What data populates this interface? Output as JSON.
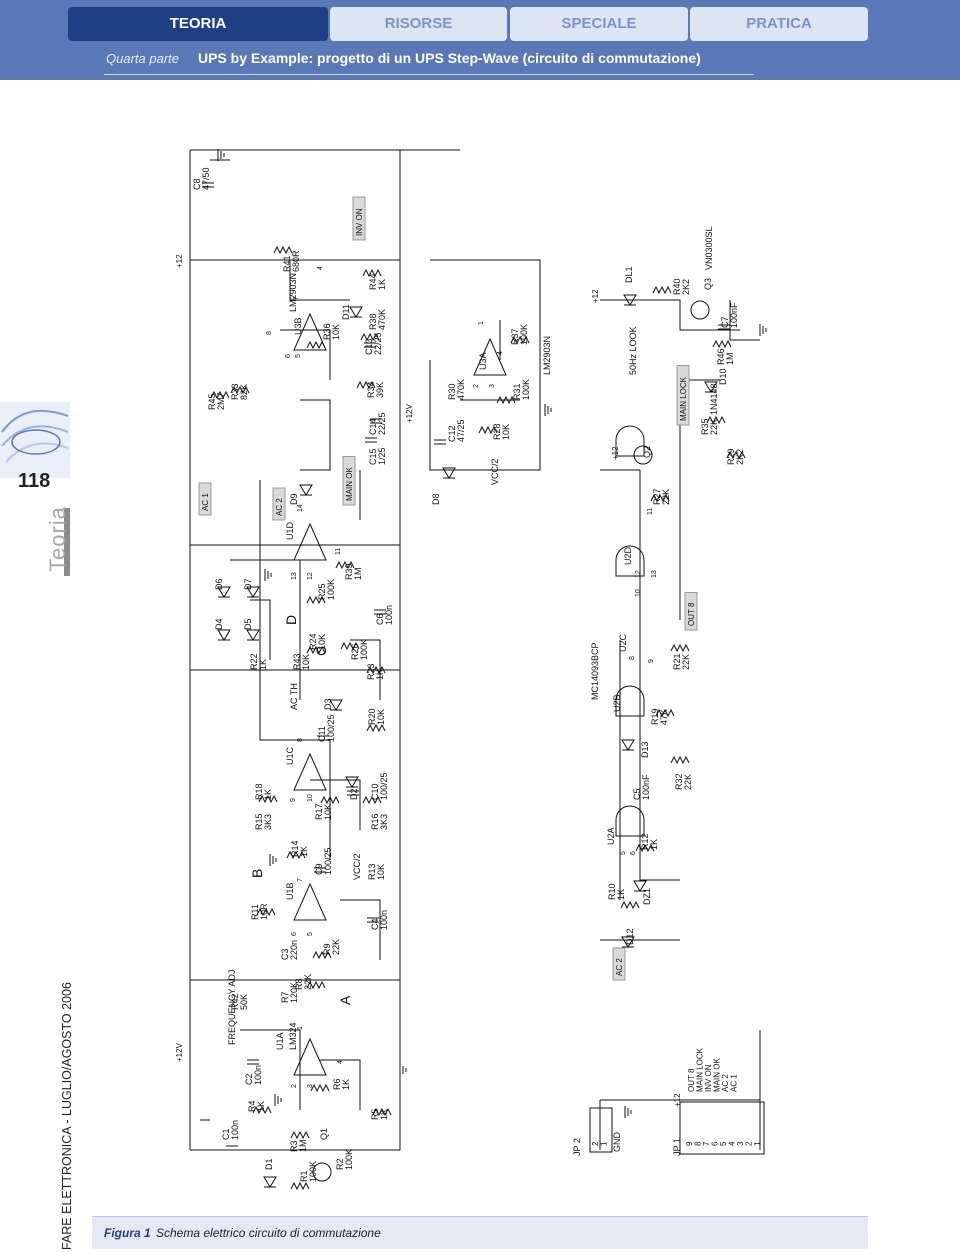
{
  "tabs": [
    "TEORIA",
    "RISORSE",
    "SPECIALE",
    "PRATICA"
  ],
  "header": {
    "part": "Quarta parte",
    "title": "UPS by Example: progetto di un UPS Step-Wave (circuito di commutazione)"
  },
  "sidebar": {
    "page_number": "118",
    "section": "Teoria",
    "magazine": "FARE ELETTRONICA - LUGLIO/AGOSTO 2006"
  },
  "caption": {
    "label": "Figura 1",
    "text": "Schema elettrico circuito di commutazione"
  },
  "schematic": {
    "components": [
      {
        "l1": "C8",
        "l2": "47/50"
      },
      {
        "l1": "R41",
        "l2": "680R"
      },
      {
        "l1": "R44",
        "l2": "1K"
      },
      {
        "l1": "R38",
        "l2": "470K"
      },
      {
        "l1": "R36",
        "l2": "10K"
      },
      {
        "l1": "R45",
        "l2": "2M7"
      },
      {
        "l1": "R33",
        "l2": "82K"
      },
      {
        "l1": "R34",
        "l2": "39K"
      },
      {
        "l1": "C13",
        "l2": "22/25"
      },
      {
        "l1": "C14",
        "l2": "22/25"
      },
      {
        "l1": "C15",
        "l2": "1/25"
      },
      {
        "l1": "R39",
        "l2": "1M"
      },
      {
        "l1": "R25",
        "l2": "100K"
      },
      {
        "l1": "R24",
        "l2": "10K"
      },
      {
        "l1": "R43",
        "l2": "10K"
      },
      {
        "l1": "R26",
        "l2": "100K"
      },
      {
        "l1": "R23",
        "l2": "1K"
      },
      {
        "l1": "C6",
        "l2": "100n"
      },
      {
        "l1": "C11",
        "l2": "100/25"
      },
      {
        "l1": "R20",
        "l2": "10K"
      },
      {
        "l1": "C10",
        "l2": "100/25"
      },
      {
        "l1": "R16",
        "l2": "3K3"
      },
      {
        "l1": "R17",
        "l2": "10K"
      },
      {
        "l1": "R18",
        "l2": "1K"
      },
      {
        "l1": "R15",
        "l2": "3K3"
      },
      {
        "l1": "R14",
        "l2": "1K"
      },
      {
        "l1": "C9",
        "l2": "100/25"
      },
      {
        "l1": "R13",
        "l2": "10K"
      },
      {
        "l1": "R11",
        "l2": "10R"
      },
      {
        "l1": "C4",
        "l2": "100n"
      },
      {
        "l1": "C3",
        "l2": "220n"
      },
      {
        "l1": "R9",
        "l2": "22K"
      },
      {
        "l1": "R8",
        "l2": "22K"
      },
      {
        "l1": "R7",
        "l2": "120K"
      },
      {
        "l1": "R42",
        "l2": "50K"
      },
      {
        "l1": "C2",
        "l2": "100n"
      },
      {
        "l1": "R6",
        "l2": "1K"
      },
      {
        "l1": "R5",
        "l2": "1K"
      },
      {
        "l1": "R4",
        "l2": "1K"
      },
      {
        "l1": "C1",
        "l2": "100n"
      },
      {
        "l1": "R3",
        "l2": "1M"
      },
      {
        "l1": "R1",
        "l2": "100K"
      },
      {
        "l1": "R2",
        "l2": "100K"
      },
      {
        "l1": "R22",
        "l2": "1K"
      },
      {
        "l1": "C12",
        "l2": "47/25"
      },
      {
        "l1": "R30",
        "l2": "470K"
      },
      {
        "l1": "R28",
        "l2": "10K"
      },
      {
        "l1": "R31",
        "l2": "100K"
      },
      {
        "l1": "R37",
        "l2": "100K"
      },
      {
        "l1": "R40",
        "l2": "2K2"
      },
      {
        "l1": "C7",
        "l2": "100nF"
      },
      {
        "l1": "R46",
        "l2": "1M"
      },
      {
        "l1": "R35",
        "l2": "22K"
      },
      {
        "l1": "R29",
        "l2": "2K2"
      },
      {
        "l1": "R27",
        "l2": "22K"
      },
      {
        "l1": "R21",
        "l2": "22K"
      },
      {
        "l1": "R19",
        "l2": "47K"
      },
      {
        "l1": "R32",
        "l2": "22K"
      },
      {
        "l1": "C5",
        "l2": "100nF"
      },
      {
        "l1": "R12",
        "l2": "1K"
      },
      {
        "l1": "R10",
        "l2": "1K"
      }
    ],
    "designators": [
      "D1",
      "Q1",
      "D2",
      "D3",
      "D4",
      "D5",
      "D6",
      "D7",
      "D8",
      "D9",
      "D11",
      "D12",
      "D13",
      "DZ1",
      "DL1",
      "D10",
      "Q2",
      "Q3",
      "JP 1",
      "JP 2",
      "1N4148",
      "VN0300SL",
      "MC14093BCP",
      "LM2903N",
      "LM2903N",
      "U1A",
      "LM324",
      "U1B",
      "U1C",
      "U1D",
      "U3A",
      "U3B",
      "U2A",
      "U2B",
      "U2C",
      "U2D",
      "A",
      "B",
      "C",
      "D",
      "FREQUENCY ADJ",
      "AC TH",
      "50Hz LOOK",
      "VCC/2",
      "VCC/2",
      "GND"
    ],
    "supplies": [
      "+12",
      "+12V",
      "+12V",
      "+12",
      "+12",
      "+12"
    ],
    "net_labels": [
      "INV ON",
      "AC 1",
      "AC 2",
      "MAIN OK",
      "MAIN LOCK",
      "OUT 8",
      "AC 2"
    ],
    "jp1_pins": [
      "9",
      "8",
      "7",
      "6",
      "5",
      "4",
      "3",
      "2",
      "1"
    ],
    "jp1_labels": [
      "OUT 8",
      "MAIN LOCK",
      "INV ON",
      "MAIN OK",
      "AC 2",
      "AC 1"
    ],
    "jp2_pins": [
      "2",
      "1"
    ],
    "pin_numbers": [
      "8",
      "6",
      "5",
      "7",
      "4",
      "14",
      "13",
      "12",
      "11",
      "9",
      "10",
      "8",
      "2",
      "3",
      "1",
      "6",
      "5",
      "7",
      "4",
      "1",
      "2",
      "3",
      "4",
      "5",
      "6",
      "10",
      "12",
      "13",
      "11",
      "8",
      "9"
    ]
  }
}
